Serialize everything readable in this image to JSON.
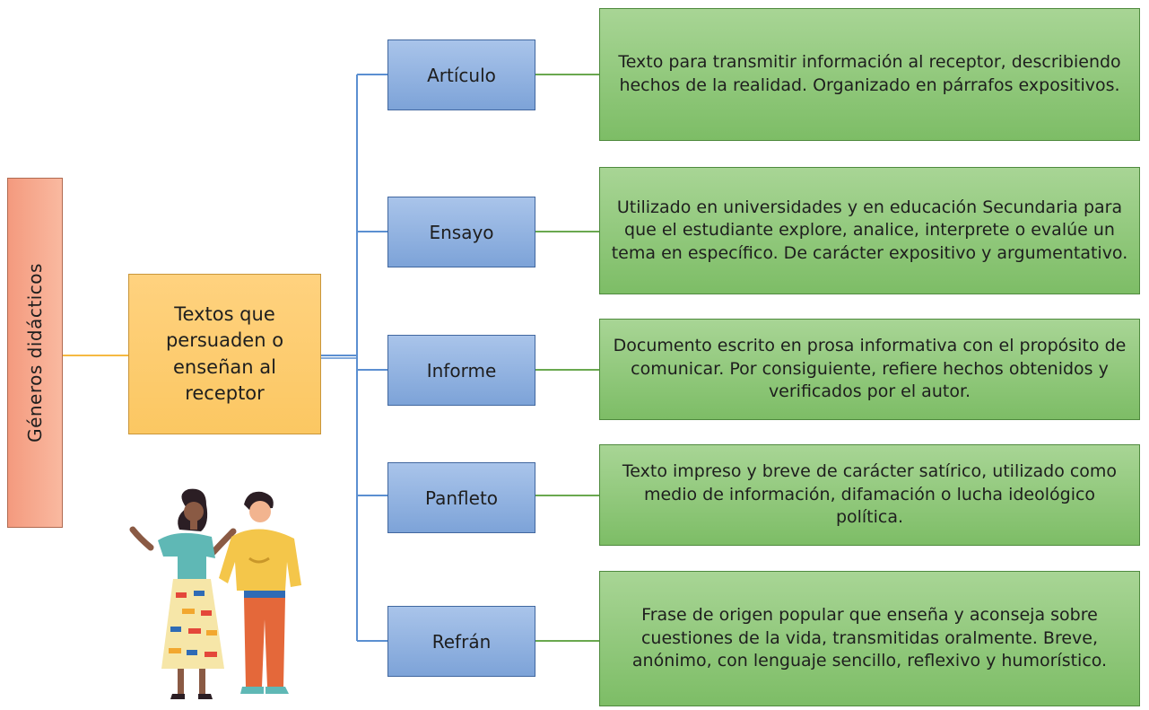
{
  "root": {
    "label": "Géneros didácticos"
  },
  "mid": {
    "label": "Textos que persuaden o enseñan al receptor"
  },
  "categories": [
    {
      "label": "Artículo",
      "description": "Texto  para transmitir información al receptor, describiendo hechos de la realidad. Organizado en párrafos expositivos."
    },
    {
      "label": "Ensayo",
      "description": "Utilizado en universidades y en educación Secundaria para que el estudiante explore, analice, interprete o evalúe un tema en específico. De carácter expositivo y argumentativo."
    },
    {
      "label": "Informe",
      "description": "Documento  escrito en prosa informativa con el propósito de comunicar. Por consiguiente, refiere hechos obtenidos y verificados por el autor."
    },
    {
      "label": "Panfleto",
      "description": "Texto  impreso y breve de carácter satírico, utilizado como medio de información, difamación o lucha ideológico política."
    },
    {
      "label": "Refrán",
      "description": "Frase de origen popular que enseña y aconseja sobre cuestiones de  la vida, transmitidas oralmente. Breve, anónimo, con lenguaje sencillo, reflexivo y humorístico."
    }
  ],
  "colors": {
    "root_fill": "#f49a7e",
    "mid_fill": "#ffd27f",
    "category_fill": "#8fb1e0",
    "description_fill": "#93c97d",
    "connector_blue": "#5b8fd1",
    "connector_green": "#6aa84f",
    "connector_yellow": "#f5b942"
  }
}
